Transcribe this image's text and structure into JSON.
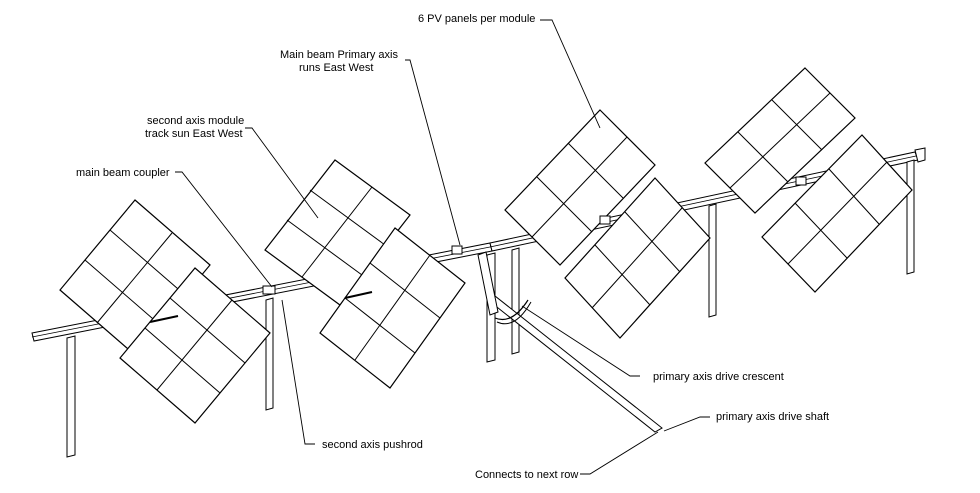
{
  "labels": {
    "pv_panels": "6 PV panels per module",
    "main_beam_line1": "Main beam Primary axis",
    "main_beam_line2": "runs East West",
    "second_axis_line1": "second axis module",
    "second_axis_line2": "track sun East West",
    "coupler": "main beam coupler",
    "drive_crescent": "primary axis drive crescent",
    "drive_shaft": "primary axis drive shaft",
    "pushrod": "second axis pushrod",
    "next_row": "Connects to next row"
  },
  "colors": {
    "line": "#000000",
    "background": "#ffffff"
  }
}
